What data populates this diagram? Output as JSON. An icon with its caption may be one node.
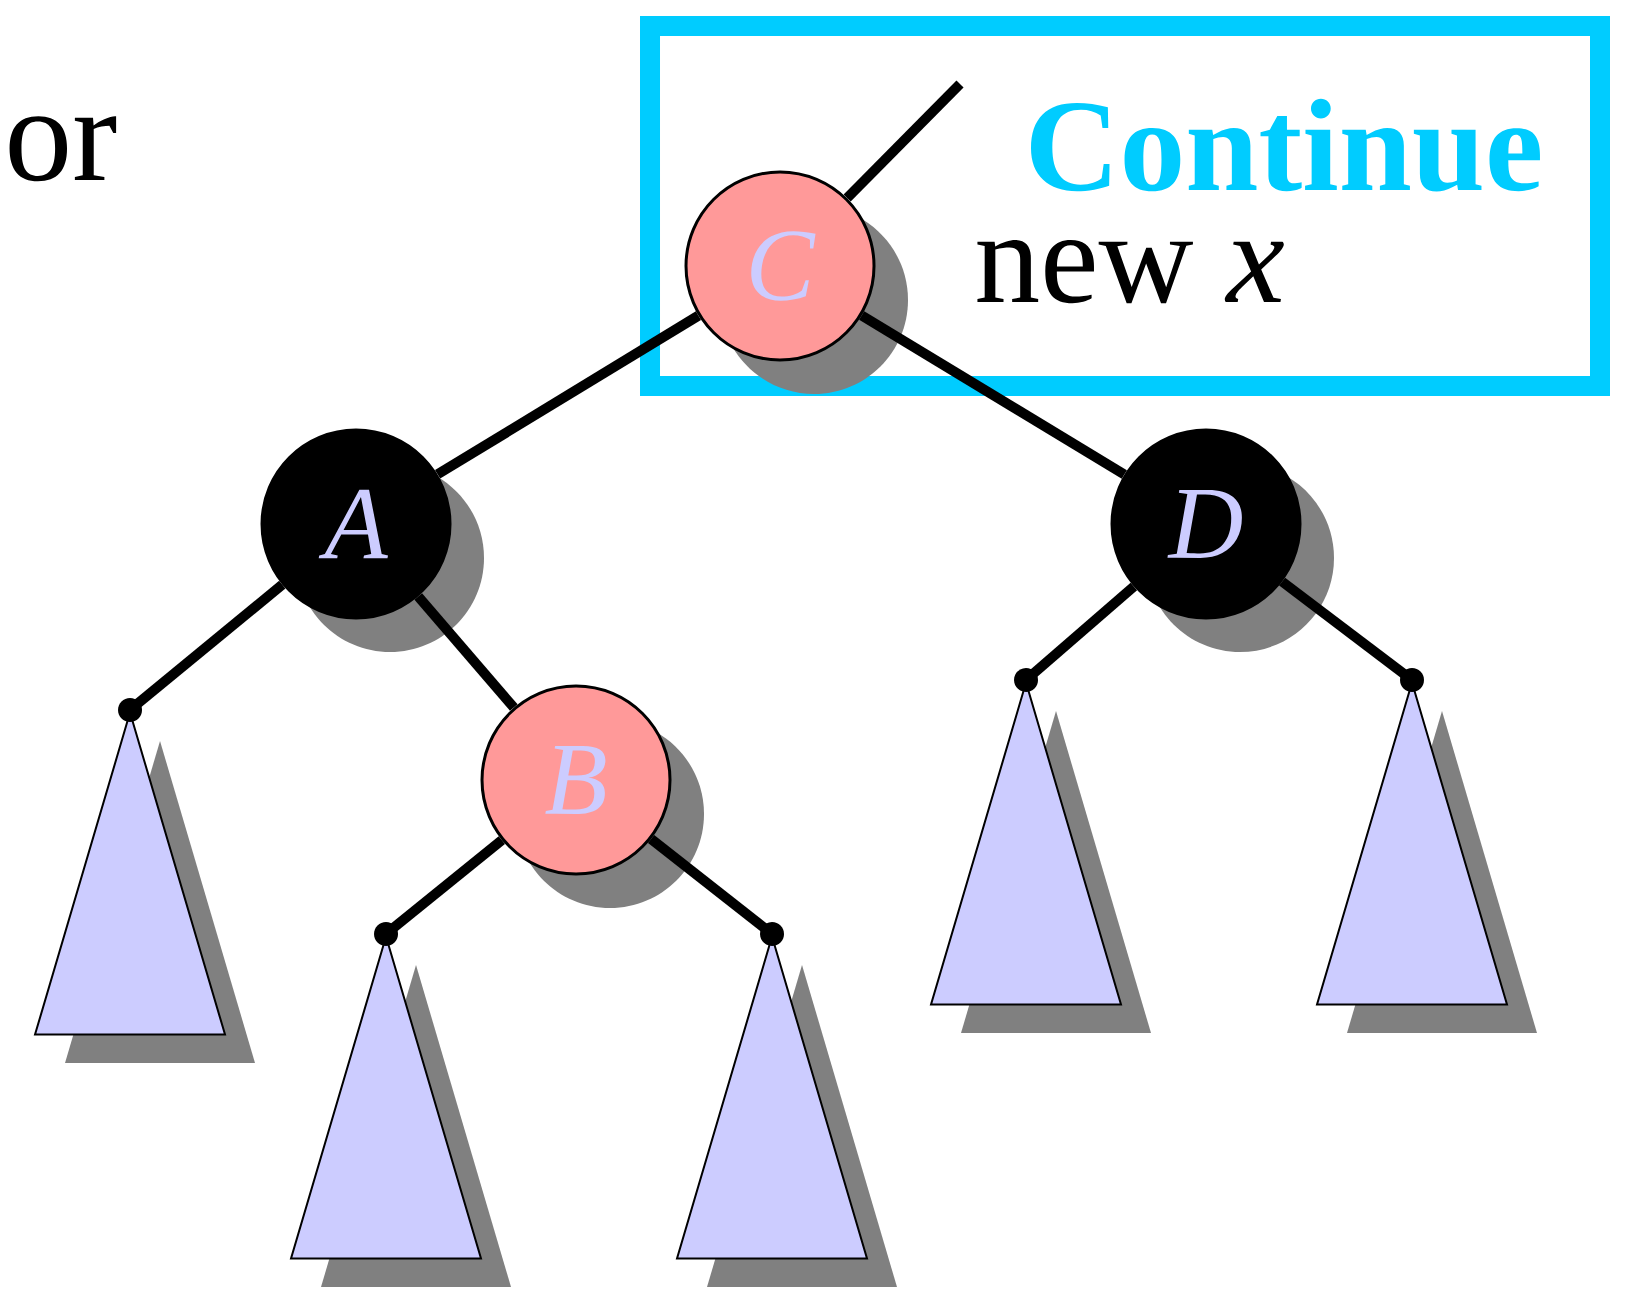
{
  "diagram": {
    "nodes": [
      {
        "text": [
          "C"
        ]
      },
      {
        "text": [
          "A"
        ]
      },
      {
        "text": [
          "D"
        ]
      },
      {
        "text": [
          "B"
        ]
      },
      {
        "text": [],
        "shape": "triangle"
      },
      {
        "text": [],
        "shape": "triangle"
      },
      {
        "text": [],
        "shape": "triangle"
      },
      {
        "text": [],
        "shape": "triangle"
      },
      {
        "text": [],
        "shape": "triangle"
      }
    ],
    "edges": [
      {
        "from": null,
        "to": 0,
        "arrow": "none"
      },
      {
        "from": 0,
        "to": 1,
        "arrow": "none"
      },
      {
        "from": 0,
        "to": 2,
        "arrow": "none"
      },
      {
        "from": 1,
        "to": 4,
        "arrow": "none"
      },
      {
        "from": 1,
        "to": 3,
        "arrow": "none"
      },
      {
        "from": 3,
        "to": 5,
        "arrow": "none"
      },
      {
        "from": 3,
        "to": 6,
        "arrow": "none"
      },
      {
        "from": 2,
        "to": 7,
        "arrow": "none"
      },
      {
        "from": 2,
        "to": 8,
        "arrow": "none"
      }
    ],
    "labels": [
      "or",
      "Continue",
      "new *x*"
    ]
  }
}
